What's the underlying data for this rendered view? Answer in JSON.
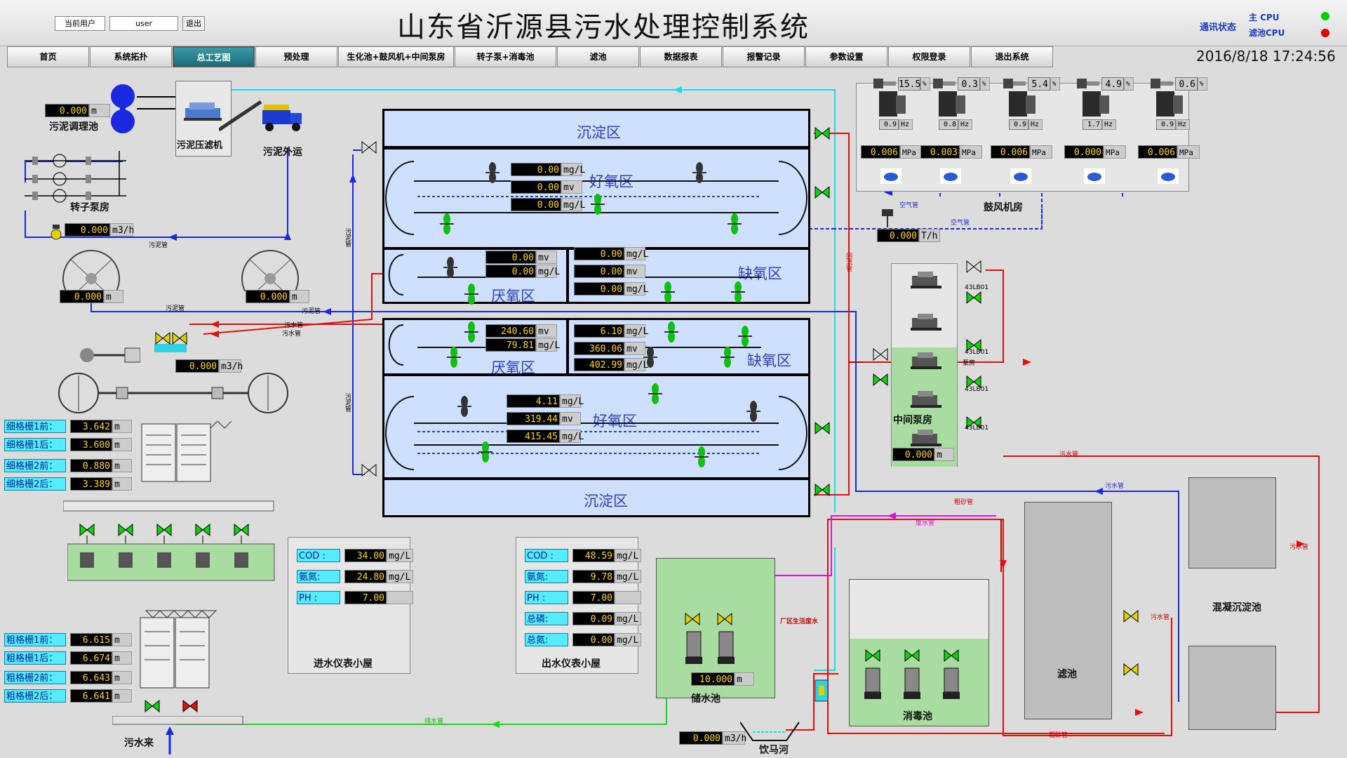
{
  "header": {
    "title": "山东省沂源县污水处理控制系统",
    "user_label": "当前用户",
    "user_value": "user",
    "logout": "退出",
    "comm_label": "通讯状态",
    "cpu_main": "主 CPU",
    "cpu_pool": "滤池CPU",
    "status_main_color": "#00d000",
    "status_pool_color": "#e00000",
    "datetime": "2016/8/18 17:24:56"
  },
  "nav": [
    "首页",
    "系统拓扑",
    "总工艺图",
    "预处理",
    "生化池+鼓风机+中间泵房",
    "转子泵+消毒池",
    "滤池",
    "数据报表",
    "报警记录",
    "参数设置",
    "权限登录",
    "退出系统"
  ],
  "nav_active": 2,
  "sludge": {
    "tank_label": "污泥调理池",
    "tank_level": "0.000",
    "tank_unit": "m",
    "press_label": "污泥压滤机",
    "transport_label": "污泥外运",
    "pump_room_label": "转子泵房",
    "flow": "0.000",
    "flow_unit": "m3/h",
    "pipe1": "污泥管",
    "pipe2": "污泥管",
    "pipe3": "污泥管",
    "thick1_level": "0.000",
    "thick2_level": "0.000",
    "unit_m": "m"
  },
  "pre": {
    "flow": "0.000",
    "flow_unit": "m3/h",
    "pipe_a": "污水管",
    "pipe_b": "污水管",
    "fine": [
      {
        "label": "细格栅1前：",
        "value": "3.642"
      },
      {
        "label": "细格栅1后：",
        "value": "3.600"
      },
      {
        "label": "细格栅2前：",
        "value": "0.880"
      },
      {
        "label": "细格栅2后：",
        "value": "3.389"
      }
    ],
    "coarse": [
      {
        "label": "粗格栅1前：",
        "value": "6.615"
      },
      {
        "label": "粗格栅1后：",
        "value": "6.674"
      },
      {
        "label": "粗格栅2前：",
        "value": "6.643"
      },
      {
        "label": "粗格栅2后：",
        "value": "6.641"
      }
    ],
    "unit": "m",
    "inlet": "污水来"
  },
  "bio1": {
    "sed": "沉淀区",
    "aer": "好氧区",
    "ana": "厌氧区",
    "anox": "缺氧区",
    "aer_vals": [
      {
        "v": "0.00",
        "u": "mg/L"
      },
      {
        "v": "0.00",
        "u": "mv"
      },
      {
        "v": "0.00",
        "u": "mg/L"
      }
    ],
    "ana_vals": [
      {
        "v": "0.00",
        "u": "mv"
      },
      {
        "v": "0.00",
        "u": "mg/L"
      }
    ],
    "anox_vals": [
      {
        "v": "0.00",
        "u": "mg/L"
      },
      {
        "v": "0.00",
        "u": "mv"
      },
      {
        "v": "0.00",
        "u": "mg/L"
      }
    ]
  },
  "bio2": {
    "sed": "沉淀区",
    "aer": "好氧区",
    "ana": "厌氧区",
    "anox": "缺氧区",
    "ana_vals": [
      {
        "v": "240.60",
        "u": "mv"
      },
      {
        "v": "79.81",
        "u": "mg/L"
      }
    ],
    "anox_vals": [
      {
        "v": "6.10",
        "u": "mg/L"
      },
      {
        "v": "360.06",
        "u": "mv"
      },
      {
        "v": "402.99",
        "u": "mg/L"
      }
    ],
    "aer_vals": [
      {
        "v": "4.11",
        "u": "mg/L"
      },
      {
        "v": "319.44",
        "u": "mv"
      },
      {
        "v": "415.45",
        "u": "mg/L"
      }
    ]
  },
  "pipes": {
    "sludge_return": "污泥管",
    "sludge_return2": "污泥管",
    "return": "回流管",
    "air": "空气管",
    "air2": "空气管",
    "sewage": "污水管",
    "sewage2": "污水管",
    "sewage3": "污水管",
    "coarse_pipe": "粗砂管",
    "waste": "废水管",
    "plant_water": "厂区生活废水",
    "drain": "排水管",
    "sludge_drain": "粗砂管",
    "sewage4": "污水管"
  },
  "blower": {
    "label": "鼓风机房",
    "pct": [
      "15.5",
      "0.3",
      "5.4",
      "4.9",
      "0.6"
    ],
    "pct_unit": "%",
    "hz": [
      "0.9",
      "0.8",
      "0.9",
      "1.7",
      "0.9"
    ],
    "hz_unit": "Hz",
    "mpa": [
      "0.006",
      "0.003",
      "0.006",
      "0.000",
      "0.006"
    ],
    "mpa_unit": "MPa",
    "air_flow": "0.000",
    "air_unit": "T/h"
  },
  "mid_pump": {
    "label": "中间泵房",
    "level": "0.000",
    "unit": "m",
    "pump_ids": [
      "43LB01",
      "43LB01",
      "43LB01",
      "43LB01"
    ],
    "note": "泵房"
  },
  "inlet_hut": {
    "label": "进水仪表小屋",
    "rows": [
      {
        "tag": "COD :",
        "v": "34.00",
        "u": "mg/L"
      },
      {
        "tag": "氨氮:",
        "v": "24.80",
        "u": "mg/L"
      },
      {
        "tag": "PH :",
        "v": "7.00",
        "u": ""
      }
    ]
  },
  "outlet_hut": {
    "label": "出水仪表小屋",
    "rows": [
      {
        "tag": "COD :",
        "v": "48.59",
        "u": "mg/L"
      },
      {
        "tag": "氨氮:",
        "v": "9.78",
        "u": "mg/L"
      },
      {
        "tag": "PH :",
        "v": "7.00",
        "u": ""
      },
      {
        "tag": "总磷:",
        "v": "0.09",
        "u": "mg/L"
      },
      {
        "tag": "总氮:",
        "v": "0.00",
        "u": "mg/L"
      }
    ]
  },
  "storage": {
    "label": "储水池",
    "level": "10.000",
    "unit": "m"
  },
  "disinfect": {
    "label": "消毒池"
  },
  "filter": {
    "label": "滤池"
  },
  "coag": {
    "label": "混凝沉淀池"
  },
  "river": {
    "label": "饮马河",
    "flow": "0.000",
    "unit": "m3/h"
  }
}
